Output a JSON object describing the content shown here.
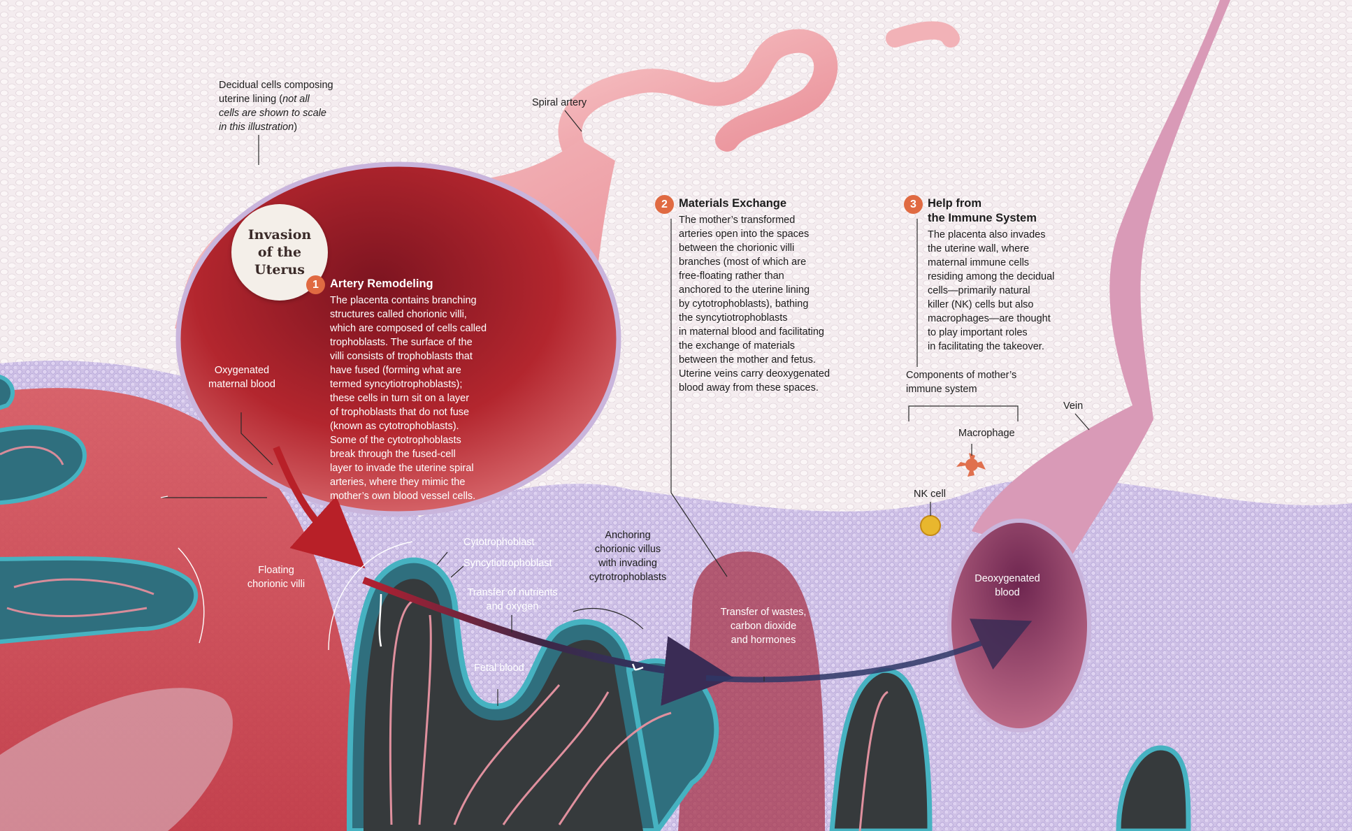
{
  "title": "Invasion of the Uterus",
  "sections": [
    {
      "number": "1",
      "title": "Artery Remodeling",
      "lines": [
        "The placenta contains branching",
        "structures called chorionic villi,",
        "which are composed of cells called",
        "trophoblasts. The surface of the",
        "villi consists of trophoblasts that",
        "have fused (forming what are",
        "termed syncytiotrophoblasts);",
        "these cells in turn sit on a layer",
        "of trophoblasts that do not fuse",
        "(known as cytotrophoblasts).",
        "Some of the cytotrophoblasts",
        "break through the fused-cell",
        "layer to invade the uterine spiral",
        "arteries, where they mimic the",
        "mother’s own blood vessel cells."
      ]
    },
    {
      "number": "2",
      "title": "Materials Exchange",
      "lines": [
        "The mother’s transformed",
        "arteries open into the spaces",
        "between the chorionic villi",
        "branches (most of which are",
        "free-floating rather than",
        "anchored to the uterine lining",
        "by cytotrophoblasts), bathing",
        "the syncytiotrophoblasts",
        "in maternal blood and facilitating",
        "the exchange of materials",
        "between the mother and fetus.",
        "Uterine veins carry deoxygenated",
        "blood away from these spaces."
      ]
    },
    {
      "number": "3",
      "title_lines": [
        "Help from",
        "the Immune System"
      ],
      "lines": [
        "The placenta also invades",
        "the uterine wall, where",
        "maternal immune cells",
        "residing among the decidual",
        "cells—primarily natural",
        "killer (NK) cells but also",
        "macrophages—are thought",
        "to play important roles",
        "in facilitating the takeover."
      ]
    }
  ],
  "labels": {
    "decidual": {
      "line1": "Decidual cells composing",
      "line2_plain": "uterine lining (",
      "line2_italic": "not all",
      "line3": "cells are shown to scale",
      "line4_italic": "in this illustration",
      "line4_plain": ")"
    },
    "spiral_artery": "Spiral artery",
    "oxygenated": [
      "Oxygenated",
      "maternal blood"
    ],
    "floating_villi": [
      "Floating",
      "chorionic villi"
    ],
    "cytotrophoblast": "Cytotrophoblast",
    "syncytiotrophoblast": "Syncytiotrophoblast",
    "transfer_nutrients": [
      "Transfer of nutrients",
      "and oxygen"
    ],
    "fetal_blood": "Fetal blood",
    "anchoring": [
      "Anchoring",
      "chorionic villus",
      "with invading",
      "cytrotrophoblasts"
    ],
    "transfer_wastes": [
      "Transfer of wastes,",
      "carbon dioxide",
      "and hormones"
    ],
    "components": [
      "Components of mother’s",
      "immune system"
    ],
    "macrophage": "Macrophage",
    "nk_cell": "NK cell",
    "vein": "Vein",
    "deoxygenated": [
      "Deoxygenated",
      "blood"
    ]
  },
  "colors": {
    "section_number": "#e06a42",
    "artery": "#f0a7ad",
    "vein": "#c98aa6",
    "villus_teal": "#2f8c9c",
    "maternal_blood": "#b3262e",
    "decidual_cells": "#f4ecef",
    "lavender_cells": "#bcaede"
  }
}
